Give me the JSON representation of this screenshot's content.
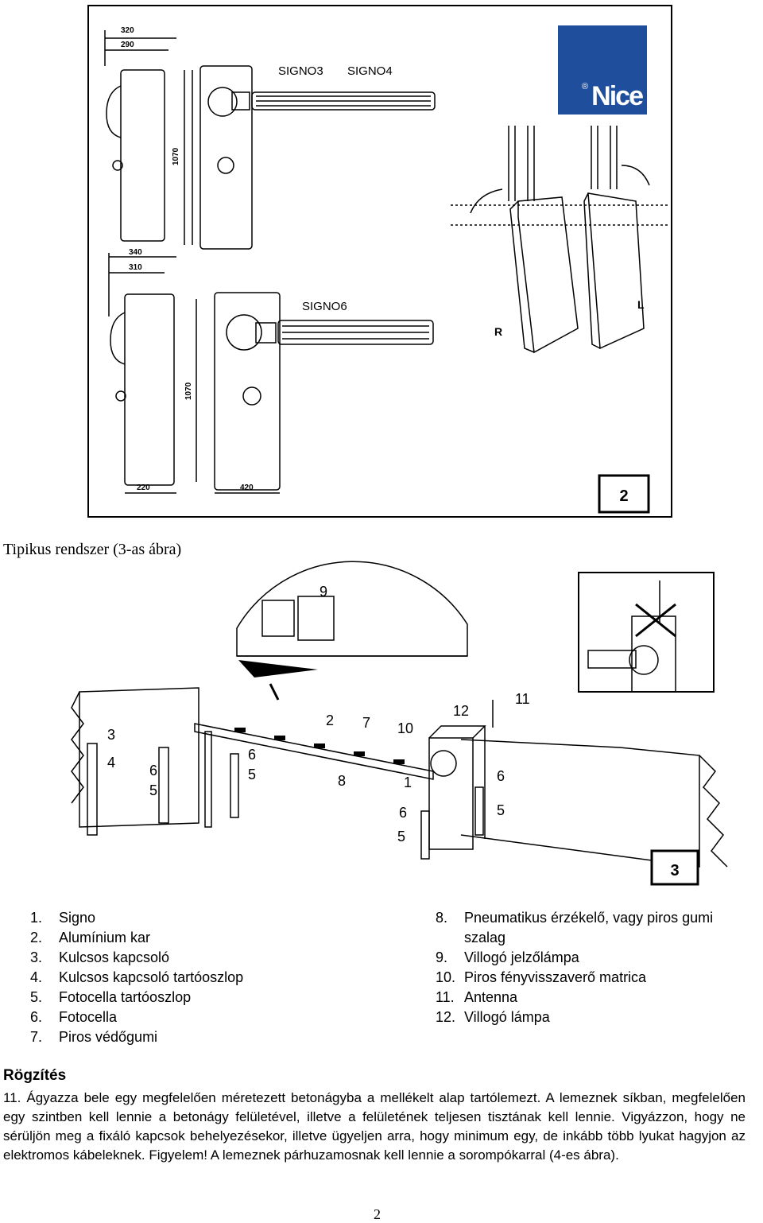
{
  "figure2": {
    "model_labels": [
      "SIGNO3",
      "SIGNO4",
      "SIGNO6"
    ],
    "dimensions_top": [
      "320",
      "290",
      "1070"
    ],
    "dimensions_bottom": [
      "340",
      "310",
      "1070",
      "220",
      "420"
    ],
    "side_labels": [
      "R",
      "L"
    ],
    "brand": "Nice",
    "brand_mark": "®",
    "number": "2"
  },
  "figure3": {
    "caption": "Tipikus rendszer (3-as ábra)",
    "callouts": [
      "9",
      "12",
      "11",
      "3",
      "4",
      "6",
      "5",
      "6",
      "5",
      "2",
      "7",
      "10",
      "8",
      "1",
      "6",
      "5",
      "6",
      "5"
    ],
    "number": "3"
  },
  "parts_left": [
    {
      "num": "1.",
      "text": "Signo"
    },
    {
      "num": "2.",
      "text": "Alumínium kar"
    },
    {
      "num": "3.",
      "text": "Kulcsos kapcsoló"
    },
    {
      "num": "4.",
      "text": "Kulcsos kapcsoló tartóoszlop"
    },
    {
      "num": "5.",
      "text": "Fotocella tartóoszlop"
    },
    {
      "num": "6.",
      "text": "Fotocella"
    },
    {
      "num": "7.",
      "text": "Piros védőgumi"
    }
  ],
  "parts_right": [
    {
      "num": "8.",
      "text": "Pneumatikus érzékelő, vagy piros gumi"
    },
    {
      "num": "",
      "text": "szalag"
    },
    {
      "num": "9.",
      "text": "Villogó jelzőlámpa"
    },
    {
      "num": "10.",
      "text": "Piros fényvisszaverő matrica"
    },
    {
      "num": "11.",
      "text": "Antenna"
    },
    {
      "num": "12.",
      "text": "Villogó lámpa"
    }
  ],
  "section_title": "Rögzítés",
  "paragraph": "11. Ágyazza bele egy megfelelően méretezett betonágyba a mellékelt alap tartólemezt. A lemeznek síkban, megfelelően egy szintben kell lennie a betonágy felületével, illetve a felületének teljesen tisztának kell lennie. Vigyázzon, hogy ne sérüljön meg a fixáló kapcsok behelyezésekor, illetve ügyeljen arra, hogy minimum egy, de inkább több lyukat hagyjon az elektromos kábeleknek. Figyelem! A lemeznek párhuzamosnak kell lennie a sorompókarral (4-es ábra).",
  "page_number": "2"
}
